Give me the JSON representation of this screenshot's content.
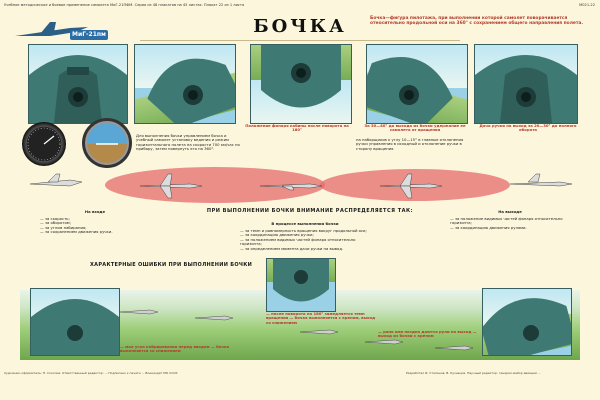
{
  "header": {
    "top_note": "Учебное методическое и боевое применение самолета МиГ-21ПФМ. Серия из 48 плакатов на 45 листах. Плакат 22 из 1 листа",
    "code": "M021-22",
    "logo_text": "МиГ-21пм",
    "title": "БОЧКА",
    "definition": "Бочка—фигура пилотажа, при выполнении которой самолет поворачивается относительно продольной оси на 360° с сохранением общего направления полета."
  },
  "captions": {
    "c1": "Положение фонаря кабины после поворота на 180°",
    "c2": "За 30—40° до выхода из бочки удержание ее самолета от вращения",
    "c3": "Дача ручки на выход за 20—30° до полного оборота",
    "c_left": "Для выполнения бочки управлением бочка и учебный самолет установку ведения и режим горизонтального полета на скорости 700 км/час по прибору, затем повернуть его на 360°.",
    "c_mid": "на наборщиков к углу 10—15° в главные отклонения ручки управления в исходный и отклонение ручки в сторону вращения"
  },
  "band_text": "ПРИ ВЫПОЛНЕНИИ БОЧКИ ВНИМАНИЕ РАСПРЕДЕЛЯЕТСЯ ТАК:",
  "info": {
    "entry_hdr": "На входе",
    "entry_lines": [
      "— за скорость;",
      "— за оборотом;",
      "— за углом набирания;",
      "— за сохранением движения ручки."
    ],
    "mid_hdr": "В процессе выполнения бочки",
    "mid_lines": [
      "— за темп и равномерность вращения вокруг продольной оси;",
      "— за координацию движения ручки;",
      "— за положением видимых частей фонаря относительно горизонта;",
      "— за определением момента дачи ручки на вывод."
    ],
    "exit_hdr": "На выходе",
    "exit_lines": [
      "— за положение видимых частей фонаря относительно горизонта;",
      "— за координацию движения рулями."
    ]
  },
  "errors": {
    "title": "ХАРАКТЕРНЫЕ ОШИБКИ ПРИ ВЫПОЛНЕНИИ БОЧКИ",
    "e1": "— мал угол кабрирования перед вводом — бочка выполняется со снижением",
    "e2": "— после поворота на 180° замедляется темп вращения — бочка выполняется с креном, выход со снижением",
    "e3": "— рано или поздно даются рули на выход — выход из бочки с креном"
  },
  "footer": {
    "left": "Художник-оформитель: Н. Соколов. Ответственный редактор: ... Подписано к печати ... Воениздат МО СССР.",
    "right": "Разработал И. Степанов, В. Кузнецов. Научный редактор: генерал-майор авиации ..."
  },
  "colors": {
    "accent_red": "#b33a2c",
    "smoke": "#e56b6b"
  }
}
